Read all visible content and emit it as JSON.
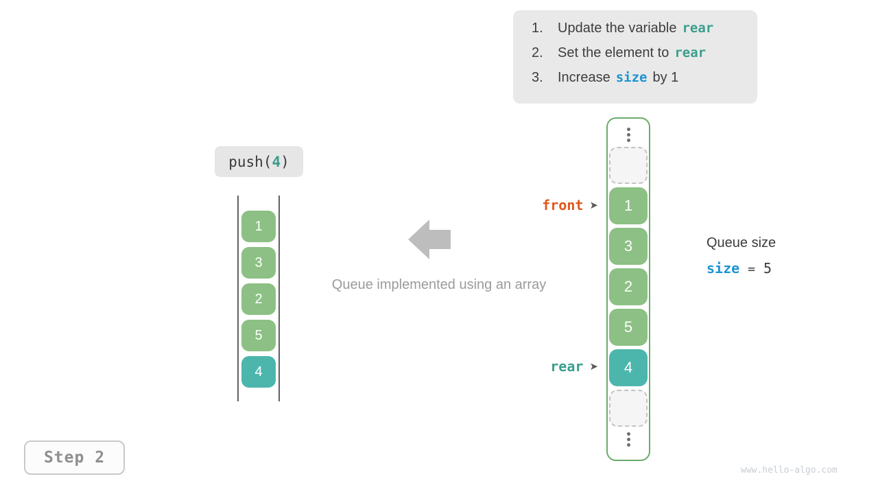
{
  "instructions": {
    "items": [
      {
        "num": "1.",
        "text_before": "Update the variable",
        "code": "rear",
        "text_after": ""
      },
      {
        "num": "2.",
        "text_before": "Set the element to",
        "code": "rear",
        "text_after": ""
      },
      {
        "num": "3.",
        "text_before": "Increase",
        "code": "size",
        "text_after": "by 1"
      }
    ]
  },
  "push_call": {
    "prefix": "push(",
    "arg": "4",
    "suffix": ")"
  },
  "left_stack": {
    "values": [
      "1",
      "3",
      "2",
      "5",
      "4"
    ]
  },
  "caption": "Queue implemented using an array",
  "array_column": {
    "values": [
      "1",
      "3",
      "2",
      "5",
      "4"
    ]
  },
  "pointers": {
    "front": {
      "label": "front",
      "arrow": "➤"
    },
    "rear": {
      "label": "rear",
      "arrow": "➤"
    }
  },
  "queue_size": {
    "title": "Queue size",
    "var": "size",
    "equals": "=",
    "value": "5"
  },
  "step": {
    "label": "Step 2"
  },
  "watermark": "www.hello-algo.com",
  "colors": {
    "cell_green": "#8CC084",
    "cell_teal": "#4DB6AC",
    "code_teal": "#399E8D",
    "code_blue": "#1B94D2",
    "front_orange": "#E2571C",
    "container_border_green": "#6AAB6A",
    "box_gray": "#e9e9e9",
    "arrow_gray": "#bdbdbd"
  }
}
